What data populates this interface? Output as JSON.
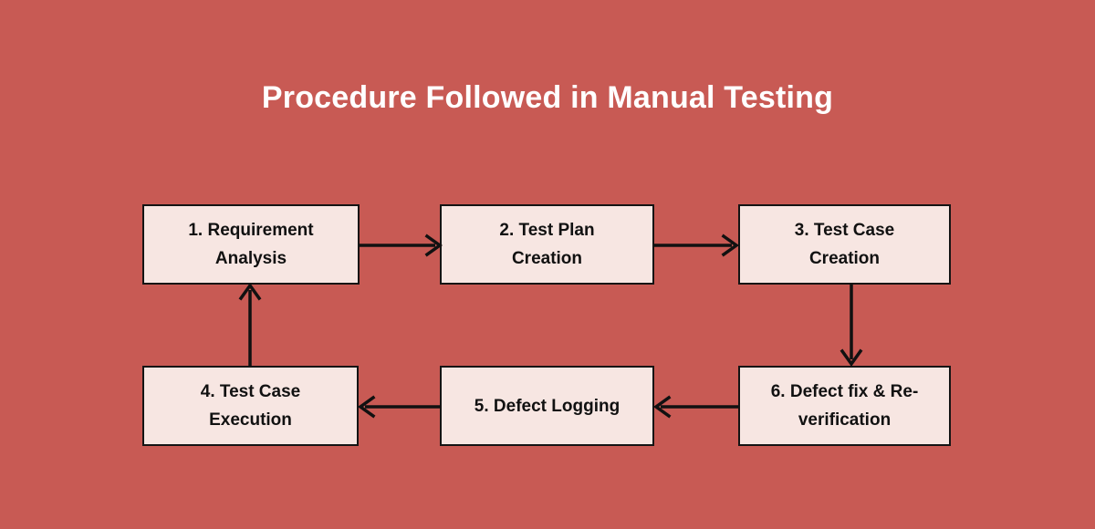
{
  "title": "Procedure Followed in Manual Testing",
  "colors": {
    "background": "#c85a54",
    "box_fill": "#f7e6e2",
    "box_border": "#141414",
    "title_text": "#ffffff",
    "box_text": "#111111",
    "arrow": "#111111"
  },
  "chart_data": {
    "type": "diagram",
    "title": "Procedure Followed in Manual Testing",
    "layout": "cycle-flowchart-2-rows-3-columns",
    "nodes": [
      {
        "id": "1",
        "label": "1. Requirement Analysis",
        "line1": "1. Requirement",
        "line2": "Analysis",
        "row": 1,
        "col": 1
      },
      {
        "id": "2",
        "label": "2. Test Plan Creation",
        "line1": "2. Test Plan",
        "line2": "Creation",
        "row": 1,
        "col": 2
      },
      {
        "id": "3",
        "label": "3. Test Case Creation",
        "line1": "3. Test Case",
        "line2": "Creation",
        "row": 1,
        "col": 3
      },
      {
        "id": "4",
        "label": "4. Test Case Execution",
        "line1": "4. Test Case",
        "line2": "Execution",
        "row": 2,
        "col": 1
      },
      {
        "id": "5",
        "label": "5. Defect Logging",
        "line1": "5. Defect Logging",
        "line2": "",
        "row": 2,
        "col": 2
      },
      {
        "id": "6",
        "label": "6. Defect fix & Re-verification",
        "line1": "6. Defect fix & Re-",
        "line2": "verification",
        "row": 2,
        "col": 3
      }
    ],
    "edges": [
      {
        "from": "1",
        "to": "2",
        "direction": "right"
      },
      {
        "from": "2",
        "to": "3",
        "direction": "right"
      },
      {
        "from": "3",
        "to": "6",
        "direction": "down"
      },
      {
        "from": "6",
        "to": "5",
        "direction": "left"
      },
      {
        "from": "5",
        "to": "4",
        "direction": "left"
      },
      {
        "from": "4",
        "to": "1",
        "direction": "up"
      }
    ]
  },
  "boxes": {
    "b1": {
      "line1": "1. Requirement",
      "line2": "Analysis"
    },
    "b2": {
      "line1": "2. Test Plan",
      "line2": "Creation"
    },
    "b3": {
      "line1": "3. Test Case",
      "line2": "Creation"
    },
    "b4": {
      "line1": "4. Test Case",
      "line2": "Execution"
    },
    "b5": {
      "line1": "5. Defect Logging",
      "line2": ""
    },
    "b6": {
      "line1": "6. Defect fix & Re-",
      "line2": "verification"
    }
  }
}
